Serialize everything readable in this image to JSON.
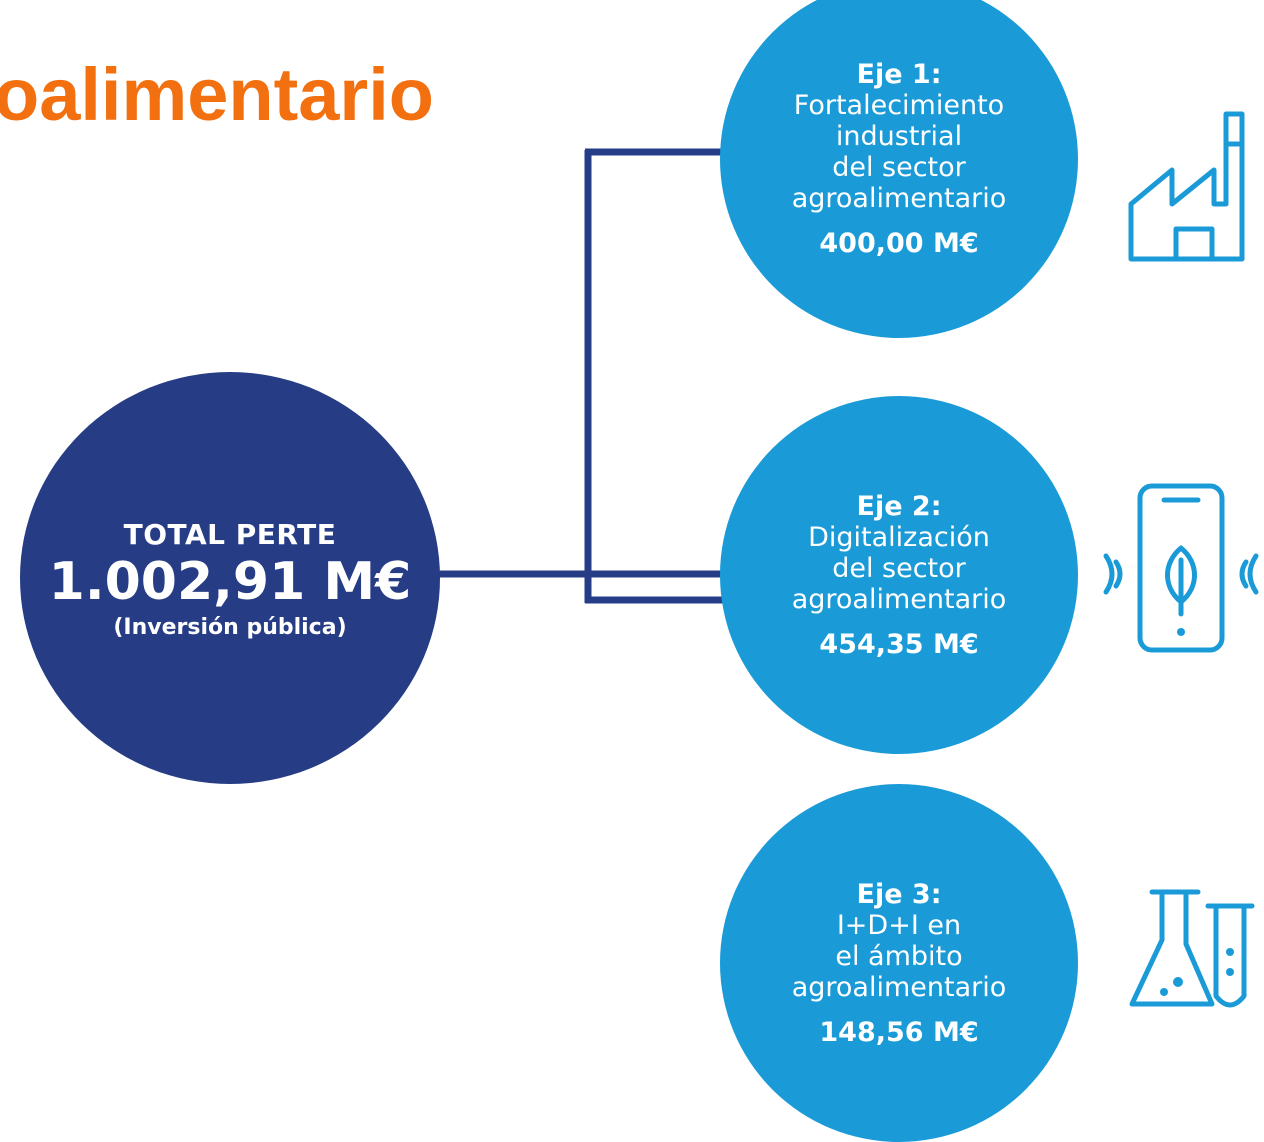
{
  "title": "oalimentario",
  "colors": {
    "title": "#F2700F",
    "total_circle": "#263C85",
    "axis_circle": "#1A9BD7",
    "connector": "#263C85",
    "icon": "#1A9BD7"
  },
  "total": {
    "label": "TOTAL PERTE",
    "amount": "1.002,91 M€",
    "note": "(Inversión pública)"
  },
  "axes": [
    {
      "label": "Eje 1:",
      "description": "Fortalecimiento\nindustrial\ndel sector\nagroalimentario",
      "amount": "400,00 M€",
      "icon": "factory-icon"
    },
    {
      "label": "Eje 2:",
      "description": "Digitalización\ndel sector\nagroalimentario",
      "amount": "454,35 M€",
      "icon": "smartphone-leaf-icon"
    },
    {
      "label": "Eje 3:",
      "description": "I+D+I en\nel ámbito\nagroalimentario",
      "amount": "148,56 M€",
      "icon": "lab-flask-icon"
    }
  ]
}
